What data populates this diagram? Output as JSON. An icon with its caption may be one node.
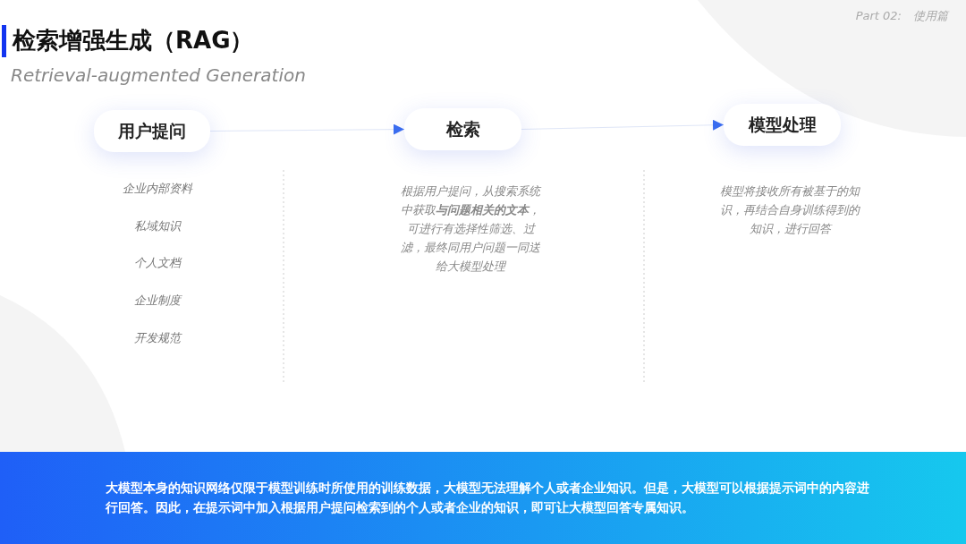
{
  "diagram": {
    "title": "检索增强生成（RAG）",
    "nodes": [
      {
        "text": [
          "用户提问"
        ],
        "beside": [
          "企业内部资料",
          "私域知识",
          "个人文档",
          "企业制度",
          "开发规范"
        ]
      },
      {
        "text": [
          "检索"
        ],
        "beside": [
          "根据用户提问，从搜索系统中获取**与问题相关的文本**，可进行有选择性筛选、过滤，最终同用户问题一同送给大模型处理"
        ]
      },
      {
        "text": [
          "模型处理"
        ],
        "beside": [
          "模型将接收所有被基于的知识，再结合自身训练得到的知识，进行回答"
        ]
      }
    ],
    "edges": [
      {
        "from": 0,
        "to": 1,
        "arrow": "to"
      },
      {
        "from": 1,
        "to": 2,
        "arrow": "to"
      }
    ],
    "labels": [
      "Part 02:　使用篇",
      "Retrieval-augmented Generation",
      "大模型本身的知识网络仅限于模型训练时所使用的训练数据，大模型无法理解个人或者企业知识。但是，大模型可以根据提示词中的内容进行回答。因此，在提示词中加入根据用户提问检索到的个人或者企业的知识，即可让大模型回答专属知识。"
    ]
  }
}
